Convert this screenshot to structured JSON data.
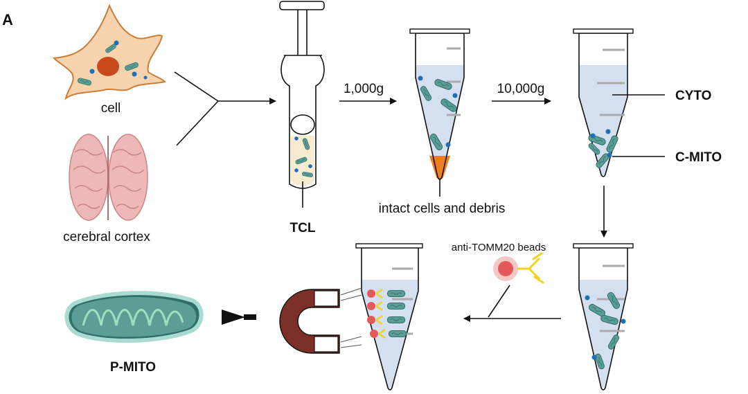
{
  "panel_label": "A",
  "sources": {
    "cell": "cell",
    "cortex": "cerebral cortex"
  },
  "homogenizer_label": "TCL",
  "steps": {
    "spin1": "1,000g",
    "spin2": "10,000g",
    "pellet1": "intact cells and debris"
  },
  "fractions": {
    "cyto": "CYTO",
    "cmito": "C-MITO",
    "pmito": "P-MITO"
  },
  "beads_label": "anti-TOMM20 beads",
  "colors": {
    "cell_fill": "#f6d3ad",
    "cell_stroke": "#c97e3a",
    "nucleus": "#c8491c",
    "mito": "#5a9e95",
    "mito_dark": "#2f6f68",
    "vesicle": "#1f6fb5",
    "liquid": "#d4dff0",
    "pellet": "#ef7d22",
    "brain": "#efb8b8",
    "magnet": "#7b2f26",
    "bead": "#e45a5a",
    "antibody": "#f1d21c"
  }
}
